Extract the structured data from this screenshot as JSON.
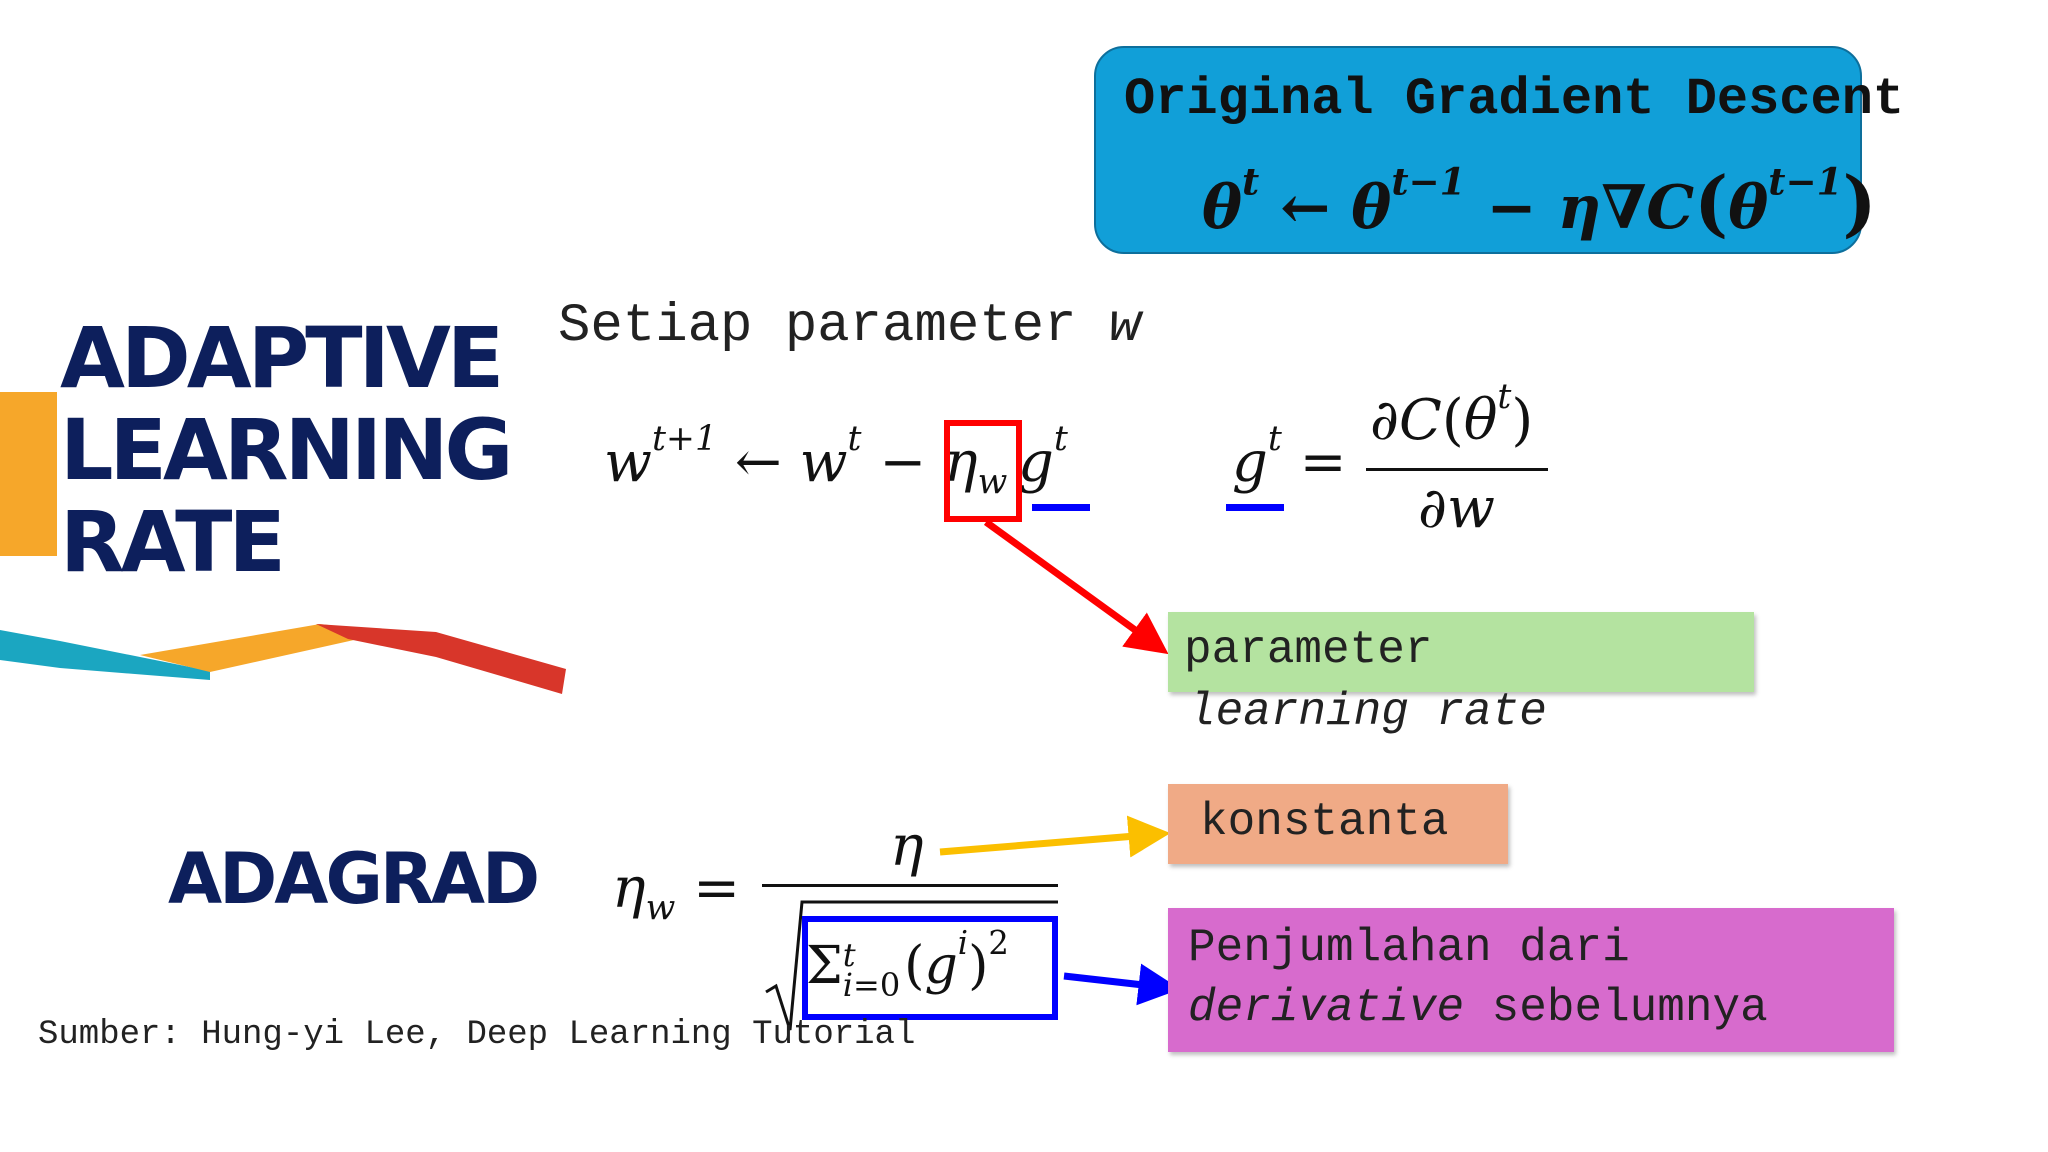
{
  "slide": {
    "title_lines": [
      "ADAPTIVE",
      "LEARNING",
      "RATE"
    ],
    "subtitle": "ADAGRAD",
    "source": "Sumber: Hung-yi Lee, Deep Learning Tutorial",
    "intro": "Setiap parameter",
    "intro_var": "w"
  },
  "callout": {
    "title": "Original Gradient Descent",
    "formula": "θᵗ ← θᵗ⁻¹ − η∇C(θᵗ⁻¹)",
    "color": "#119fd8"
  },
  "formulas": {
    "update": "wᵗ⁺¹ ← wᵗ − η_w gᵗ",
    "gradient": "gᵗ = ∂C(θᵗ) / ∂w",
    "adagrad": "η_w = η / √(Σ_{i=0}^{t} (gⁱ)²)"
  },
  "labels": {
    "lr_line1": "parameter",
    "lr_line2": "learning rate",
    "konstanta": "konstanta",
    "sum_line1": "Penjumlahan dari",
    "sum_line2_italic": "derivative",
    "sum_line2_rest": " sebelumnya"
  },
  "colors": {
    "title": "#0d1f5c",
    "lr_box": "#b4e3a0",
    "konstanta_box": "#f0aa86",
    "sum_box": "#d76bcd",
    "red_arrow": "#ff0000",
    "yellow_arrow": "#fbbf00",
    "blue_arrow": "#0000ff",
    "ribbon_orange": "#f6a72a",
    "ribbon_teal": "#1ba6c1",
    "ribbon_red": "#d8362a"
  }
}
